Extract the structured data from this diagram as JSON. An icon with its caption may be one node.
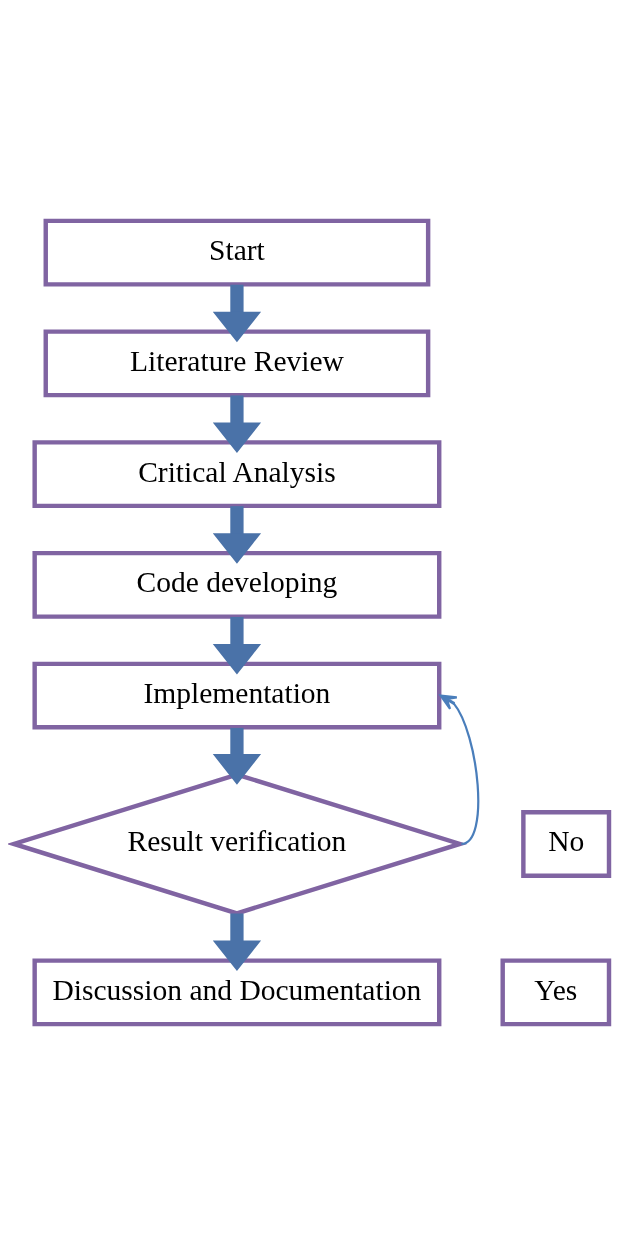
{
  "diagram": {
    "nodes": [
      {
        "text": [
          "Start"
        ]
      },
      {
        "text": [
          "Literature Review"
        ]
      },
      {
        "text": [
          "Critical Analysis"
        ]
      },
      {
        "text": [
          "Code developing"
        ]
      },
      {
        "text": [
          "Implementation"
        ]
      },
      {
        "text": [
          "Result verification"
        ]
      },
      {
        "text": [
          "No"
        ]
      },
      {
        "text": [
          "Yes"
        ]
      },
      {
        "text": [
          "Discussion and Documentation"
        ]
      }
    ],
    "edges": [
      {
        "from": 0,
        "to": 1,
        "arrow": "to"
      },
      {
        "from": 1,
        "to": 2,
        "arrow": "to"
      },
      {
        "from": 2,
        "to": 3,
        "arrow": "to"
      },
      {
        "from": 3,
        "to": 4,
        "arrow": "to"
      },
      {
        "from": 4,
        "to": 5,
        "arrow": "to"
      },
      {
        "from": 5,
        "to": 8,
        "arrow": "to"
      },
      {
        "from": 5,
        "to": 4,
        "arrow": "to",
        "color": "#4a7ebb"
      }
    ]
  }
}
